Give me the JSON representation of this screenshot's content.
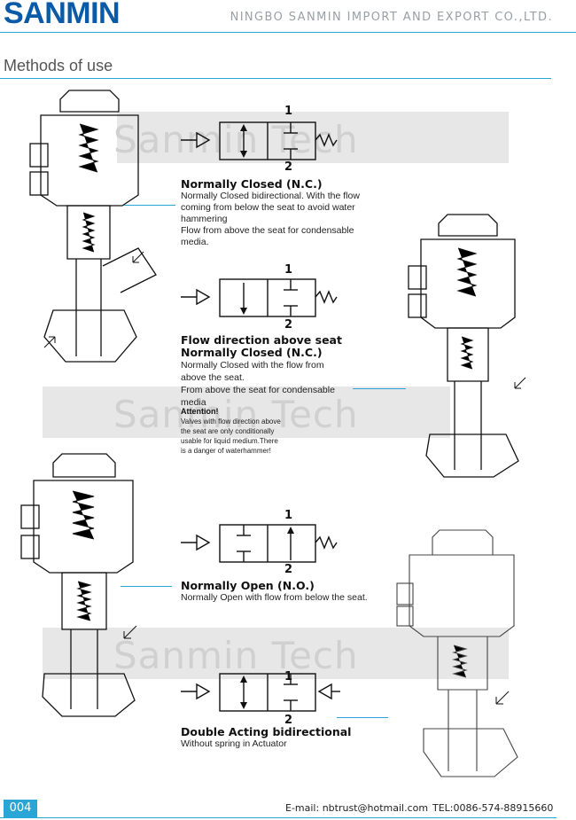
{
  "header": {
    "logo": "SANMIN",
    "company": "NINGBO SANMIN IMPORT AND EXPORT CO.,LTD."
  },
  "page_title": "Methods of use",
  "watermark": "Sanmin Tech",
  "diagram_labels": {
    "port_top": "1",
    "port_bottom": "2"
  },
  "sections": [
    {
      "heading": "Normally Closed (N.C.)",
      "lines": [
        "Normally Closed bidirectional. With the flow",
        "coming from below the seat to avoid water",
        "hammering",
        "Flow from above the seat for condensable",
        "media."
      ]
    },
    {
      "heading": "Flow direction above seat",
      "heading2": "Normally Closed (N.C.)",
      "lines": [
        "Normally Closed with the flow from",
        "above the seat.",
        "From above the seat for condensable",
        "media"
      ],
      "attention_title": "Attention!",
      "attention_lines": [
        "Valves with flow direction above",
        "the seat are only conditionally",
        "usable for liquid medium.There",
        "is a danger of waterhammer!"
      ]
    },
    {
      "heading": "Normally Open (N.O.)",
      "lines": [
        "Normally Open with flow from below the seat."
      ]
    },
    {
      "heading": "Double Acting bidirectional",
      "lines": [
        "Without spring in Actuator"
      ]
    }
  ],
  "footer": {
    "page": "004",
    "email": "E-mail: nbtrust@hotmail.com",
    "tel": "TEL:0086-574-88915660"
  },
  "colors": {
    "brand": "#0a5aa8",
    "accent": "#2aa6d6",
    "band": "#e7e7e7"
  }
}
